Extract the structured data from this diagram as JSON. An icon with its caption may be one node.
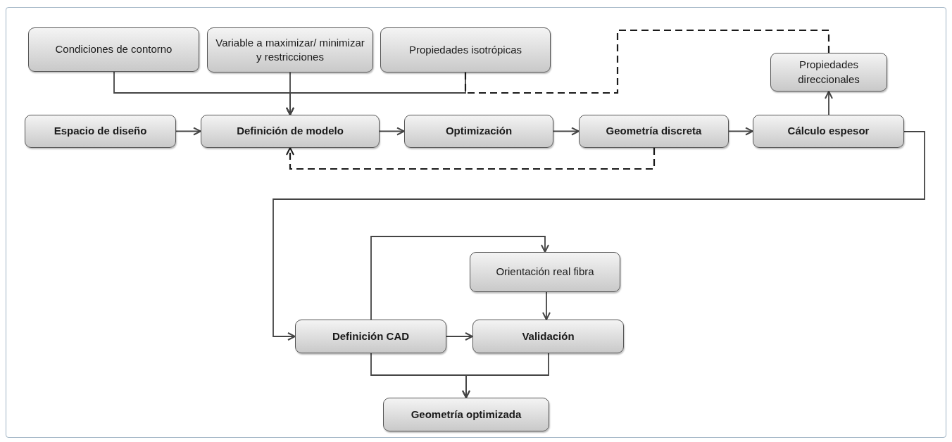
{
  "diagram": {
    "nodes": [
      {
        "text": [
          "Condiciones de contorno"
        ]
      },
      {
        "text": [
          "Variable a maximizar/ minimizar y restricciones"
        ]
      },
      {
        "text": [
          "Propiedades isotrópicas"
        ]
      },
      {
        "text": [
          "Propiedades direccionales"
        ]
      },
      {
        "text": [
          "Espacio de diseño"
        ]
      },
      {
        "text": [
          "Definición de modelo"
        ]
      },
      {
        "text": [
          "Optimización"
        ]
      },
      {
        "text": [
          "Geometría discreta"
        ]
      },
      {
        "text": [
          "Cálculo espesor"
        ]
      },
      {
        "text": [
          "Orientación real fibra"
        ]
      },
      {
        "text": [
          "Definición CAD"
        ]
      },
      {
        "text": [
          "Validación"
        ]
      },
      {
        "text": [
          "Geometría optimizada"
        ]
      }
    ],
    "edges": [
      {
        "from": 0,
        "to": 5,
        "arrow": "to"
      },
      {
        "from": 1,
        "to": 5,
        "arrow": "to"
      },
      {
        "from": 2,
        "to": 5,
        "arrow": "to"
      },
      {
        "from": 2,
        "to": 3,
        "arrow": "none",
        "style": "dashed",
        "color": "#1a1a1a"
      },
      {
        "from": 4,
        "to": 5,
        "arrow": "to"
      },
      {
        "from": 5,
        "to": 6,
        "arrow": "to"
      },
      {
        "from": 6,
        "to": 7,
        "arrow": "to"
      },
      {
        "from": 7,
        "to": 8,
        "arrow": "to"
      },
      {
        "from": 7,
        "to": 5,
        "arrow": "to",
        "style": "dashed",
        "color": "#1a1a1a"
      },
      {
        "from": 8,
        "to": 3,
        "arrow": "to"
      },
      {
        "from": 8,
        "to": 10,
        "arrow": "to"
      },
      {
        "from": 10,
        "to": 9,
        "arrow": "to"
      },
      {
        "from": 9,
        "to": 11,
        "arrow": "to"
      },
      {
        "from": 10,
        "to": 11,
        "arrow": "to"
      },
      {
        "from": 10,
        "to": 12,
        "arrow": "to"
      },
      {
        "from": 11,
        "to": 12,
        "arrow": "to"
      }
    ]
  }
}
